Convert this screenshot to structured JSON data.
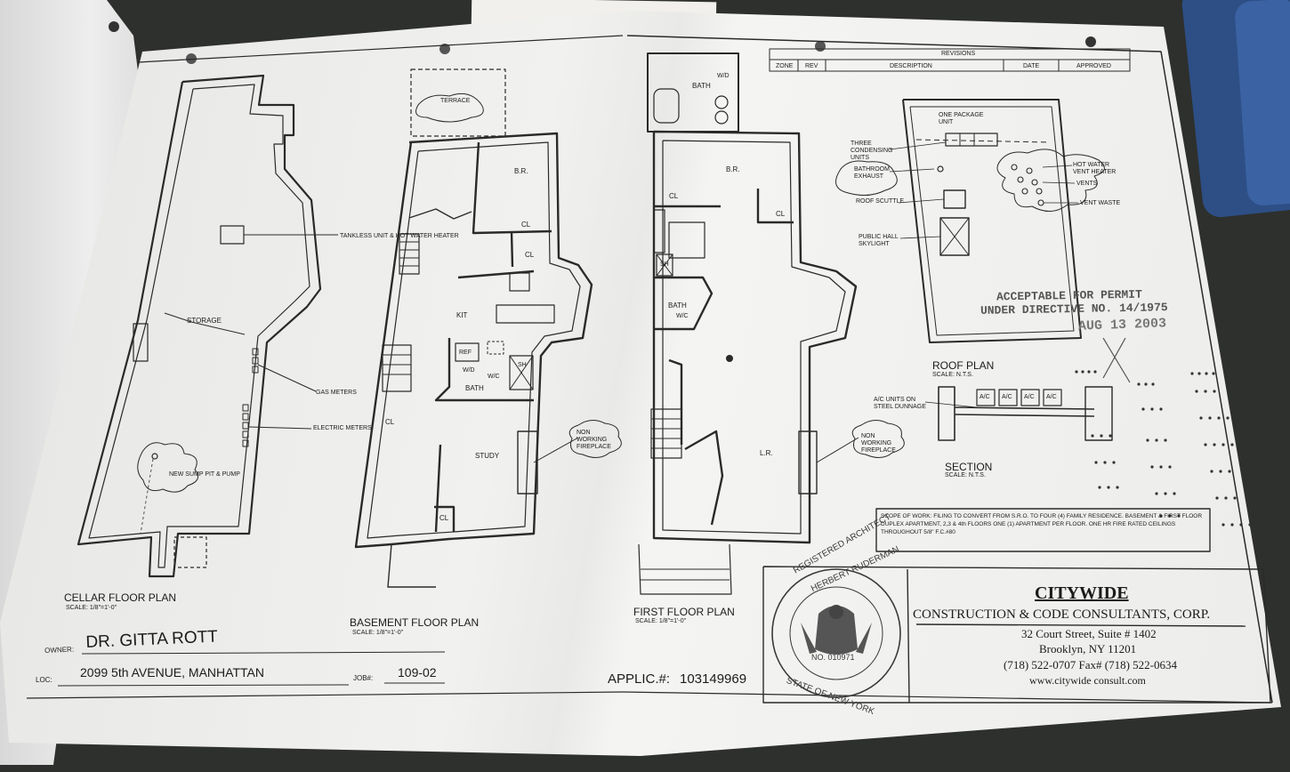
{
  "plans": {
    "cellar": {
      "title": "CELLAR FLOOR PLAN",
      "scale": "SCALE: 1/8\"=1'-0\"",
      "notes": {
        "boiler": "TANKLESS UNIT & HOT WATER HEATER",
        "storage": "STORAGE",
        "gas_meters": "GAS METERS",
        "electric_meters": "ELECTRIC METERS",
        "sump": "NEW SUMP PIT & PUMP"
      }
    },
    "basement": {
      "title": "BASEMENT FLOOR PLAN",
      "scale": "SCALE: 1/8\"=1'-0\"",
      "rooms": {
        "terrace": "TERRACE",
        "br": "B.R.",
        "cl1": "CL",
        "cl2": "CL",
        "kit": "KIT",
        "ref": "REF",
        "wd": "W/D",
        "wc": "W/C",
        "sh": "SH",
        "bath": "BATH",
        "cl3": "CL",
        "study": "STUDY",
        "cl4": "CL"
      },
      "note": "NON WORKING FIREPLACE"
    },
    "first": {
      "title": "FIRST FLOOR PLAN",
      "scale": "SCALE: 1/8\"=1'-0\"",
      "rooms": {
        "bath_top": "BATH",
        "wd": "W/D",
        "br": "B.R.",
        "cl1": "CL",
        "cl2": "CL",
        "sh": "SH",
        "bath": "BATH",
        "wc": "W/C",
        "lr": "L.R."
      },
      "note": "NON WORKING FIREPLACE"
    },
    "roof": {
      "title": "ROOF PLAN",
      "scale": "SCALE: N.T.S.",
      "notes": {
        "package": "ONE PACKAGE UNIT",
        "condensing": "THREE CONDENSING UNITS",
        "exhaust": "BATHROOM EXHAUST",
        "hot_water": "HOT WATER VENT HEATER",
        "vents": "VENTS",
        "vent_waste": "VENT WASTE",
        "scuttle": "ROOF SCUTTLE",
        "skylight": "PUBLIC HALL SKYLIGHT"
      }
    },
    "section": {
      "title": "SECTION",
      "scale": "SCALE: N.T.S.",
      "ac_note": "A/C UNITS ON STEEL DUNNAGE",
      "ac_labels": [
        "A/C",
        "A/C",
        "A/C",
        "A/C"
      ]
    }
  },
  "revisions": {
    "title": "REVISIONS",
    "columns": [
      "ZONE",
      "REV",
      "DESCRIPTION",
      "DATE",
      "APPROVED"
    ]
  },
  "permit_stamp": {
    "line1": "ACCEPTABLE FOR PERMIT",
    "line2": "UNDER DIRECTIVE NO. 14/1975",
    "date": "AUG 13 2003"
  },
  "scope_of_work": "SCOPE OF WORK: FILING TO CONVERT FROM S.R.O. TO FOUR (4) FAMILY RESIDENCE. BASEMENT & FIRST FLOOR DUPLEX APARTMENT, 2,3 & 4th FLOORS ONE (1) APARTMENT PER FLOOR. ONE HR FIRE RATED CEILINGS THROUGHOUT 5/8\" F.C.#80",
  "title_block": {
    "owner_label": "OWNER:",
    "owner": "DR. GITTA ROTT",
    "loc_label": "LOC:",
    "loc": "2099 5th AVENUE, MANHATTAN",
    "job_label": "JOB#:",
    "job": "109-02",
    "applic_label": "APPLIC.#:",
    "applic": "103149969"
  },
  "seal": {
    "top": "REGISTERED ARCHITECT",
    "name": "HERBERT RUDERMAN",
    "number": "NO. 010971",
    "bottom": "STATE OF NEW YORK"
  },
  "company": {
    "name": "CITYWIDE",
    "subtitle": "CONSTRUCTION & CODE CONSULTANTS, CORP.",
    "address1": "32 Court Street, Suite # 1402",
    "address2": "Brooklyn, NY 11201",
    "phone": "(718) 522-0707 Fax# (718) 522-0634",
    "web": "www.citywide consult.com"
  }
}
